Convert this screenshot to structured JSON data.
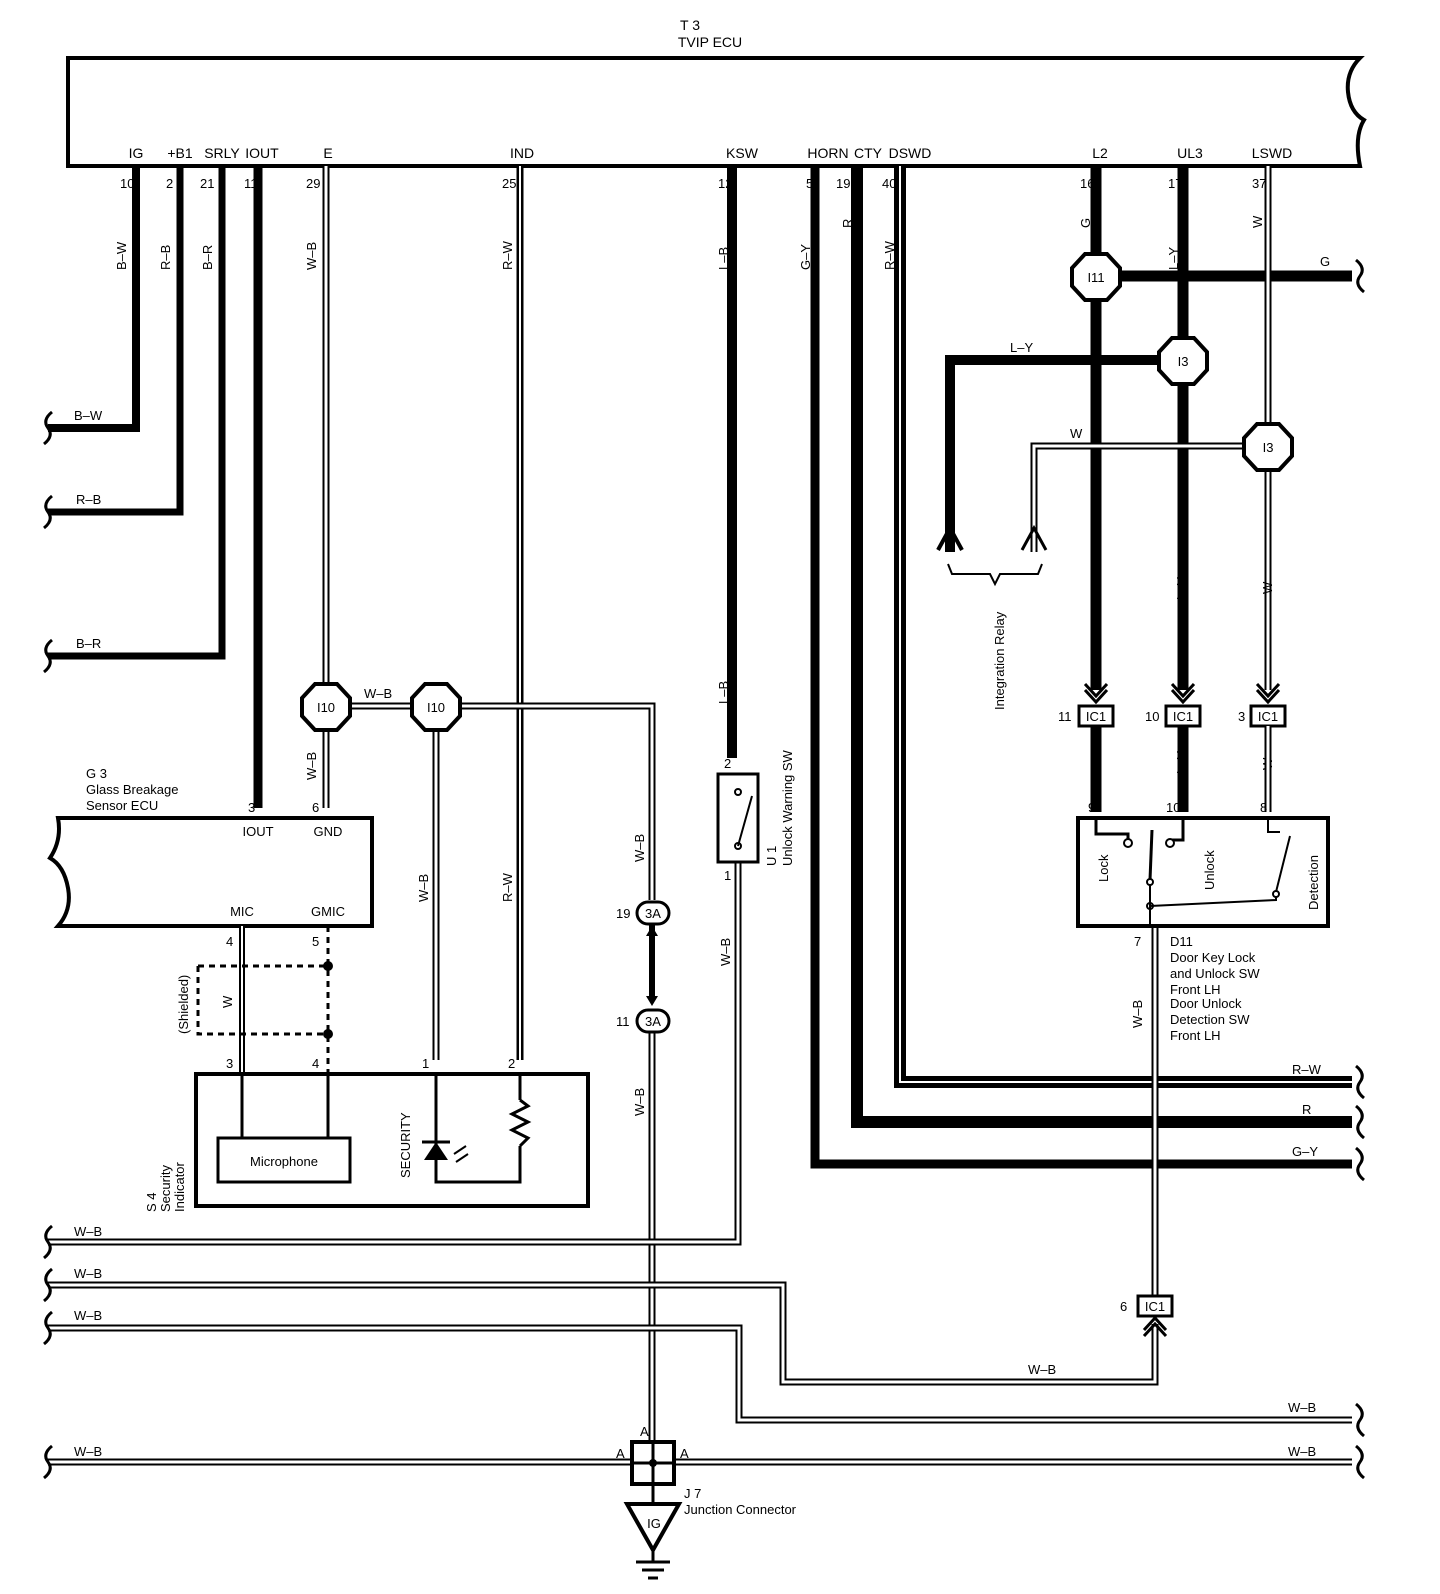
{
  "ecu": {
    "id": "T 3",
    "name": "TVIP ECU"
  },
  "ecu_terminals": [
    {
      "name": "IG",
      "pin": "10",
      "wire": "B–W"
    },
    {
      "name": "+B1",
      "pin": "2",
      "wire": "R–B"
    },
    {
      "name": "SRLY",
      "pin": "21",
      "wire": "B–R"
    },
    {
      "name": "IOUT",
      "pin": "11",
      "wire": ""
    },
    {
      "name": "E",
      "pin": "29",
      "wire": "W–B"
    },
    {
      "name": "IND",
      "pin": "25",
      "wire": "R–W"
    },
    {
      "name": "KSW",
      "pin": "12",
      "wire": "L–B"
    },
    {
      "name": "HORN",
      "pin": "5",
      "wire": "G–Y"
    },
    {
      "name": "CTY",
      "pin": "19",
      "wire": "R"
    },
    {
      "name": "DSWD",
      "pin": "40",
      "wire": "R–W"
    },
    {
      "name": "L2",
      "pin": "16",
      "wire": "G"
    },
    {
      "name": "UL3",
      "pin": "17",
      "wire": "L–Y"
    },
    {
      "name": "LSWD",
      "pin": "37",
      "wire": "W"
    }
  ],
  "left_outputs": [
    "B–W",
    "R–B",
    "B–R"
  ],
  "right_outputs": [
    "R–W",
    "R",
    "G–Y",
    "G"
  ],
  "bottom_wires": {
    "w1": "W–B",
    "w2": "W–B",
    "w3": "W–B",
    "w4": "W–B",
    "right1": "W–B",
    "right2": "W–B",
    "ic1_in": "W–B"
  },
  "connectors": {
    "i10": "I10",
    "i11": "I11",
    "i13": "I3",
    "ic1": "IC1",
    "c3a": "3A"
  },
  "connector_pins": {
    "ic1_11": "11",
    "ic1_10": "10",
    "ic1_3": "3",
    "ic1_6": "6",
    "c3a_19": "19",
    "c3a_11": "11"
  },
  "wire_labels": {
    "ly_relay": "L–Y",
    "w_relay": "W",
    "wb_i10": "W–B",
    "g_low": "G",
    "ly_low": "L–Y",
    "w_low": "W",
    "g_sw": "G",
    "ly_sw": "L–Y",
    "w_sw": "W",
    "wb_i10_down": "W–B",
    "wb_glass": "W–B",
    "rw_ind": "R–W",
    "wb_3a": "W–B",
    "wb_3a_low": "W–B",
    "lb_ksw": "L–B",
    "wb_u1": "W–B",
    "w_mic": "W",
    "wb_d11": "W–B"
  },
  "integration_relay": {
    "label": "Integration Relay"
  },
  "glass_sensor": {
    "id": "G 3",
    "name_line1": "Glass Breakage",
    "name_line2": "Sensor ECU",
    "iout": "IOUT",
    "gnd": "GND",
    "mic": "MIC",
    "gmic": "GMIC",
    "pin_iout": "3",
    "pin_gnd": "6",
    "pin_mic": "4",
    "pin_gmic": "5"
  },
  "security_indicator": {
    "id": "S 4",
    "name_line1": "Security",
    "name_line2": "Indicator",
    "microphone": "Microphone",
    "security": "SECURITY",
    "pin_3": "3",
    "pin_4": "4",
    "pin_1": "1",
    "pin_2": "2",
    "shielded": "(Shielded)"
  },
  "unlock_switch": {
    "id": "U 1",
    "name": "Unlock Warning SW",
    "pin_top": "2",
    "pin_bottom": "1"
  },
  "door_switch": {
    "id": "D11",
    "lines": [
      "Door Key Lock",
      "and Unlock SW",
      "Front LH",
      "Door Unlock",
      "Detection SW",
      "Front LH"
    ],
    "lock": "Lock",
    "unlock": "Unlock",
    "detection": "Detection",
    "pin_9": "9",
    "pin_10": "10",
    "pin_8": "8",
    "pin_7": "7"
  },
  "junction": {
    "id": "J 7",
    "name": "Junction Connector",
    "pin": "A",
    "ground": "IG"
  }
}
